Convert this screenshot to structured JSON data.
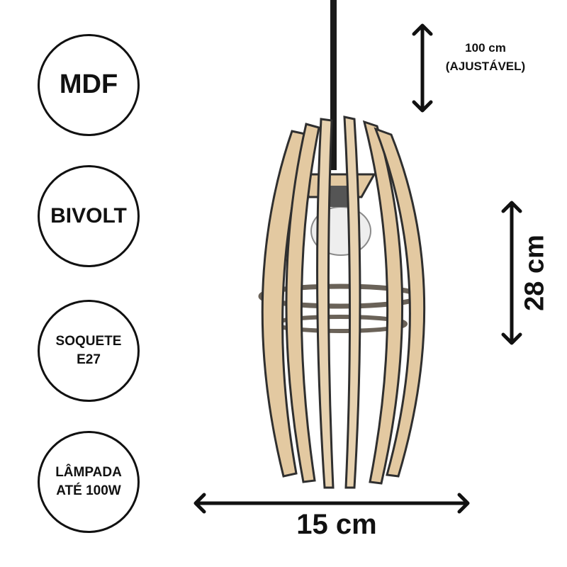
{
  "badges": [
    {
      "lines": [
        "MDF"
      ]
    },
    {
      "lines": [
        "BIVOLT"
      ]
    },
    {
      "lines": [
        "SOQUETE",
        "E27"
      ]
    },
    {
      "lines": [
        "LÂMPADA",
        "ATÉ 100W"
      ]
    }
  ],
  "dimensions": {
    "cable_length": "100 cm",
    "cable_note": "(AJUSTÁVEL)",
    "height": "28 cm",
    "width": "15 cm"
  },
  "colors": {
    "wood": "#e3c9a1",
    "wood_edge": "#2f2f2f",
    "text": "#111111"
  },
  "icons": [
    "double-arrow-vertical-icon",
    "double-arrow-horizontal-icon"
  ]
}
